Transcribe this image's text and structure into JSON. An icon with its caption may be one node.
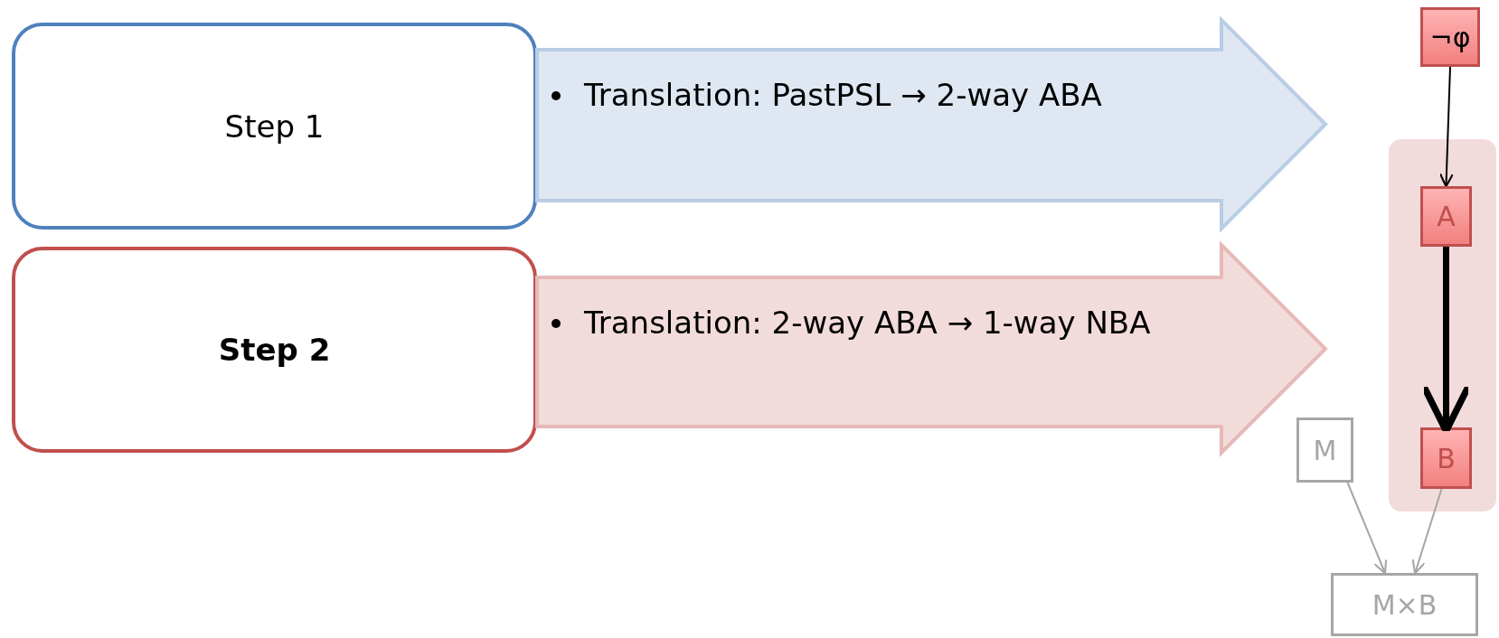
{
  "diagram": {
    "nodes": [
      {
        "text": [
          "Step 1"
        ]
      },
      {
        "text": [
          "Translation: PastPSL → 2-way ABA"
        ]
      },
      {
        "text": [
          "Step 2"
        ]
      },
      {
        "text": [
          "Translation: 2-way ABA → 1-way NBA"
        ]
      },
      {
        "text": [
          "¬φ"
        ]
      },
      {
        "text": [],
        "shape": "box"
      },
      {
        "text": [
          "A"
        ],
        "in": 5
      },
      {
        "text": [
          "B"
        ],
        "in": 5
      },
      {
        "text": [
          "M"
        ]
      },
      {
        "text": [
          "M×B"
        ]
      }
    ],
    "edges": [
      {
        "from": 4,
        "to": 6,
        "arrow": "to"
      },
      {
        "from": 6,
        "to": 7,
        "arrow": "to",
        "style": "thick"
      },
      {
        "from": 8,
        "to": 9,
        "arrow": "to",
        "color": "#a6a6a6"
      },
      {
        "from": 7,
        "to": 9,
        "arrow": "to",
        "color": "#a6a6a6"
      }
    ]
  }
}
